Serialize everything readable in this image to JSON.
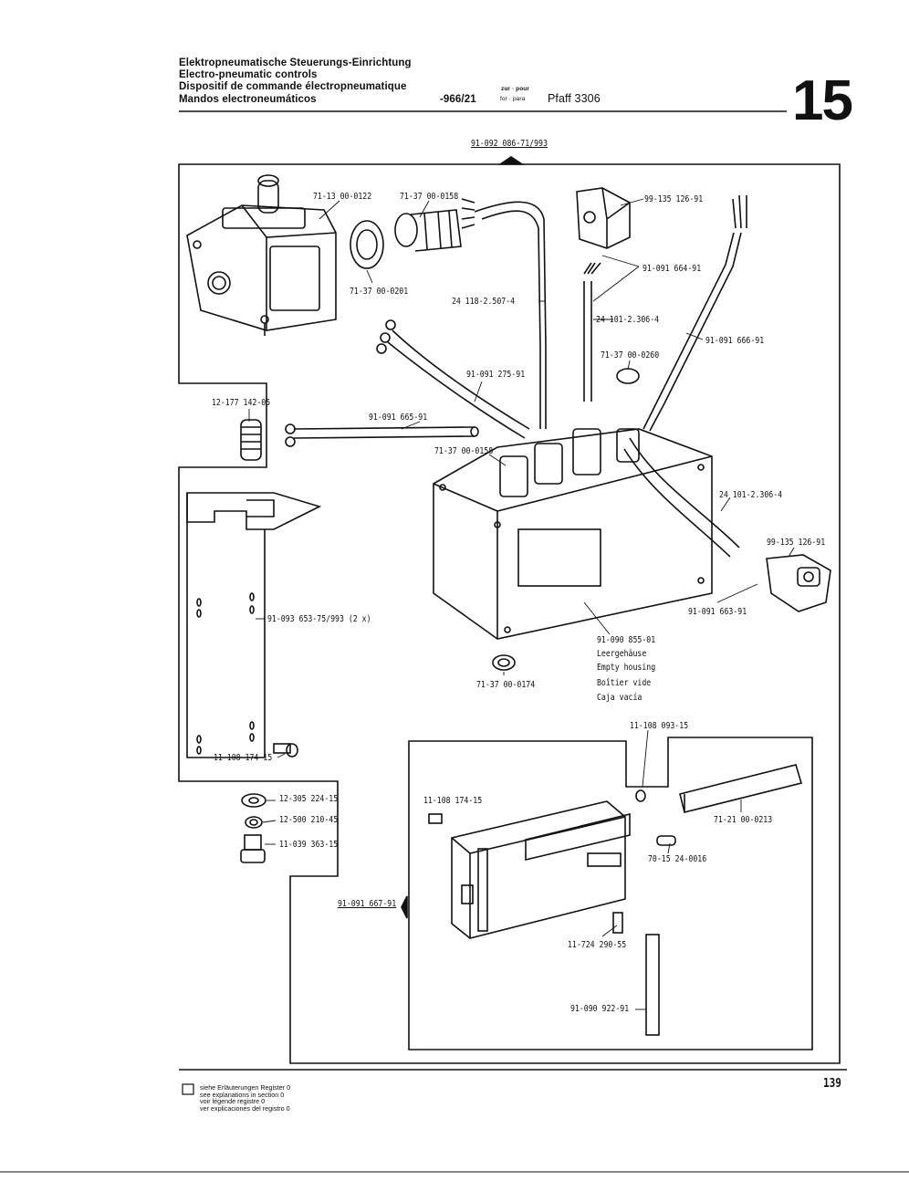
{
  "header": {
    "title_de": "Elektropneumatische Steuerungs-Einrichtung",
    "title_en": "Electro-pneumatic controls",
    "title_fr": "Dispositif de commande électropneumatique",
    "title_es": "Mandos electroneumáticos",
    "code": "-966/21",
    "zur_pour": "zur · pour",
    "for_para": "for · para",
    "machine": "Pfaff 3306",
    "section": "15"
  },
  "parts": {
    "top_ref": "91-092 086-71/993",
    "p1": "71-13 00-0122",
    "p2": "71-37 00-0158",
    "p3": "99-135 126-91",
    "p4": "71-37 00-0201",
    "p5": "24 118-2.507-4",
    "p6": "91-091 664-91",
    "p7": "24 101-2.306-4",
    "p8": "91-091 666-91",
    "p9": "71-37 00-0260",
    "p10": "91-091 275-91",
    "p11": "12-177 142-05",
    "p12": "91-091 665-91",
    "p13": "71-37 00-0158",
    "p14": "24 101-2.306-4",
    "p15": "99-135 126-91",
    "p16": "91-091 663-91",
    "p17": "91-093 653-75/993 (2 x)",
    "p18": "91-090 855-01",
    "housing_de": "Leergehäuse",
    "housing_en": "Empty housing",
    "housing_fr": "Boîtier vide",
    "housing_es": "Caja vacía",
    "p19": "71-37 00-0174",
    "p20": "11-108 174-15",
    "p21": "11-108 093-15",
    "p22": "12-305 224-15",
    "p23": "12-500 210-45",
    "p24": "11-039 363-15",
    "p25": "11-108 174-15",
    "p26": "71-21 00-0213",
    "p27": "70-15 24-0016",
    "p28": "91-091 667-91",
    "p29": "11-724 290-55",
    "p30": "91-090 922-91"
  },
  "footer": {
    "note_de": "siehe Erläuterungen Register 0",
    "note_en": "see explanations in section 0",
    "note_fr": "voir légende registre 0",
    "note_es": "ver explicaciones del registro 0",
    "page": "139"
  }
}
